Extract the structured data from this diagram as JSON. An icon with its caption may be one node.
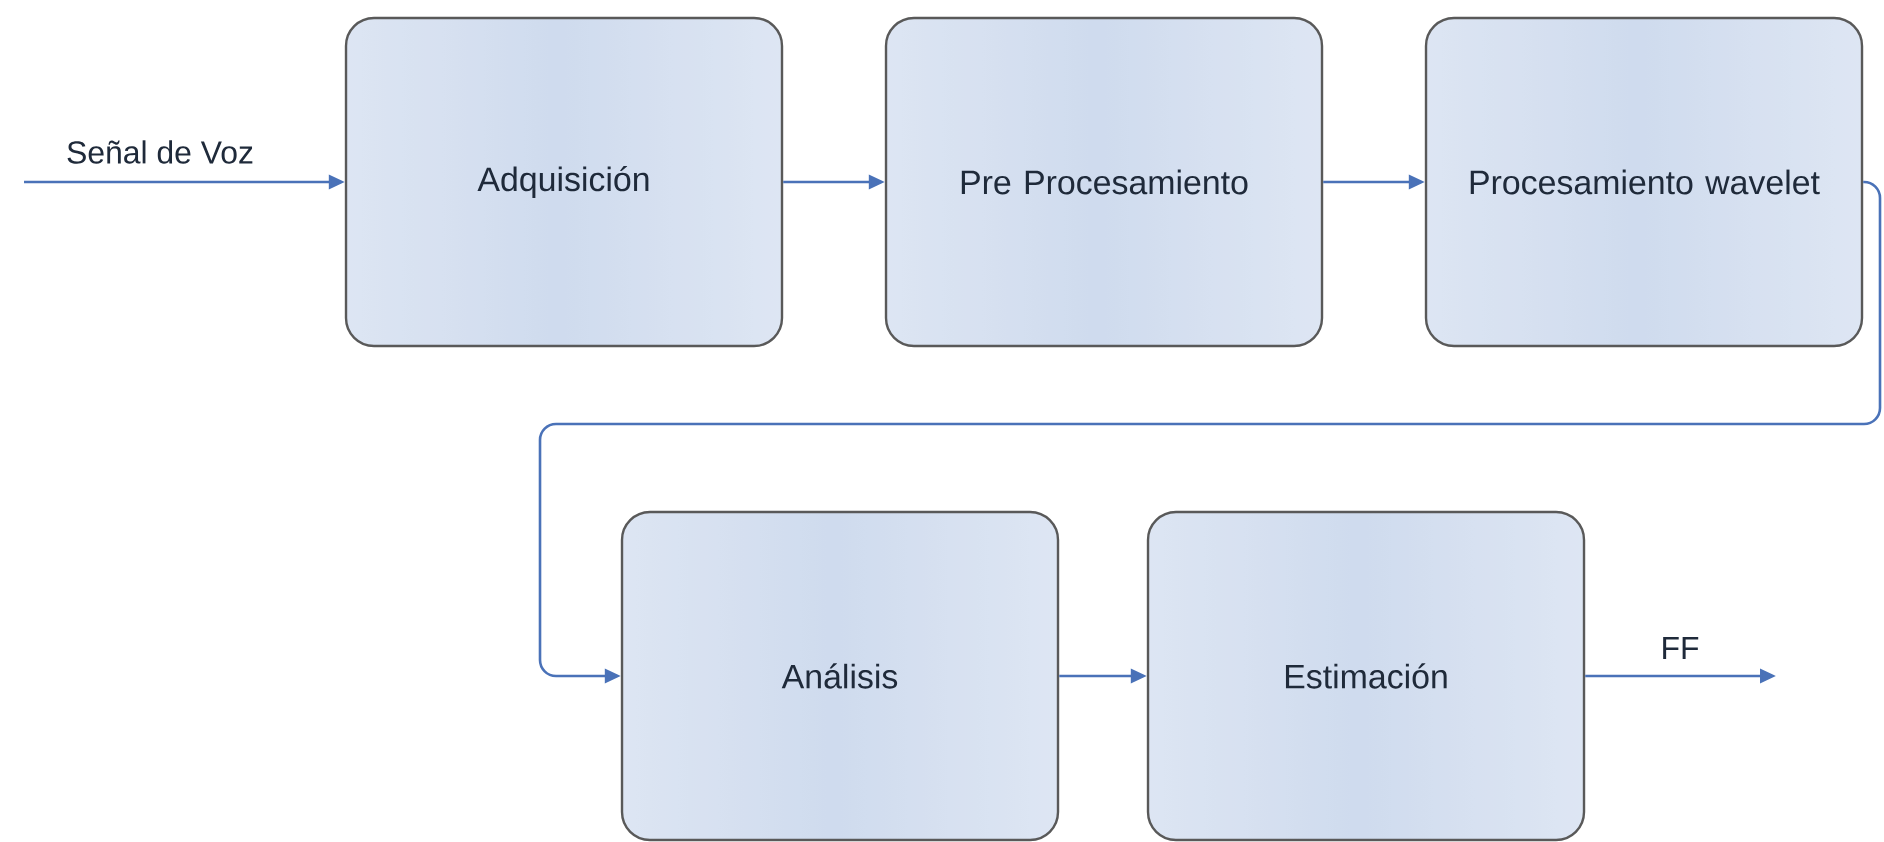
{
  "diagram": {
    "nodes": [
      {
        "text": [
          "Adquisición"
        ]
      },
      {
        "text": [
          "Pre Procesamiento"
        ]
      },
      {
        "text": [
          "Procesamiento wavelet"
        ]
      },
      {
        "text": [
          "Análisis"
        ]
      },
      {
        "text": [
          "Estimación"
        ]
      }
    ],
    "edges": [
      {
        "from": null,
        "to": 0,
        "arrow": "to",
        "label": "Señal de Voz"
      },
      {
        "from": 0,
        "to": 1,
        "arrow": "to"
      },
      {
        "from": 1,
        "to": 2,
        "arrow": "to"
      },
      {
        "from": 2,
        "to": 3,
        "arrow": "to"
      },
      {
        "from": 3,
        "to": 4,
        "arrow": "to"
      },
      {
        "from": 4,
        "to": null,
        "arrow": "to",
        "label": "FF"
      }
    ]
  }
}
